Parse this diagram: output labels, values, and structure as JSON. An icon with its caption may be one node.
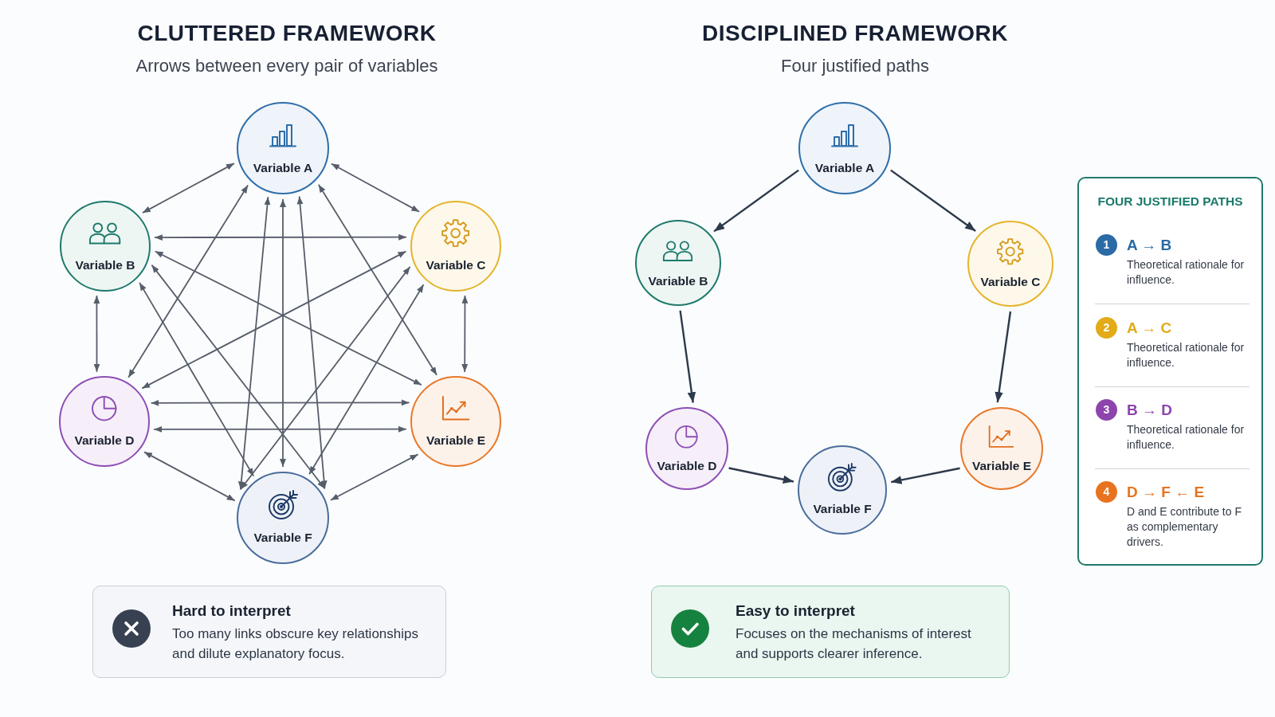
{
  "diagram": {
    "nodes": [
      {
        "text": [
          "Variable A"
        ]
      },
      {
        "text": [
          "Variable B"
        ]
      },
      {
        "text": [
          "Variable C"
        ]
      },
      {
        "text": [
          "Variable D"
        ]
      },
      {
        "text": [
          "Variable E"
        ]
      },
      {
        "text": [
          "Variable F"
        ]
      },
      {
        "text": [
          "Variable A"
        ]
      },
      {
        "text": [
          "Variable B"
        ]
      },
      {
        "text": [
          "Variable C"
        ]
      },
      {
        "text": [
          "Variable D"
        ]
      },
      {
        "text": [
          "Variable E"
        ]
      },
      {
        "text": [
          "Variable F"
        ]
      },
      {
        "text": [
          "FOUR JUSTIFIED PATHS"
        ]
      },
      {
        "text": [
          "1"
        ],
        "in": 12,
        "beside": [
          "A → B",
          "Theoretical rationale for influence."
        ]
      },
      {
        "text": [
          "2"
        ],
        "in": 12,
        "beside": [
          "A → C",
          "Theoretical rationale for influence."
        ]
      },
      {
        "text": [
          "3"
        ],
        "in": 12,
        "beside": [
          "B → D",
          "Theoretical rationale for influence."
        ]
      },
      {
        "text": [
          "4"
        ],
        "in": 12,
        "beside": [
          "D → F ← E",
          "D and E contribute to F as complementary drivers."
        ]
      },
      {
        "text": [
          "Hard to interpret",
          "Too many links obscure key relationships and dilute explanatory focus."
        ]
      },
      {
        "text": [
          "Easy to interpret",
          "Focuses on the mechanisms of interest and supports clearer inference."
        ]
      }
    ],
    "edges": [
      {
        "from": 0,
        "to": 1,
        "arrow": "both"
      },
      {
        "from": 0,
        "to": 2,
        "arrow": "both"
      },
      {
        "from": 1,
        "to": 2,
        "arrow": "both"
      },
      {
        "from": 1,
        "to": 3,
        "arrow": "both"
      },
      {
        "from": 2,
        "to": 4,
        "arrow": "both"
      },
      {
        "from": 3,
        "to": 4,
        "arrow": "both"
      },
      {
        "from": 3,
        "to": 4,
        "arrow": "both"
      },
      {
        "from": 3,
        "to": 5,
        "arrow": "both"
      },
      {
        "from": 4,
        "to": 5,
        "arrow": "both"
      },
      {
        "from": 0,
        "to": 3,
        "arrow": "both"
      },
      {
        "from": 0,
        "to": 4,
        "arrow": "both"
      },
      {
        "from": 1,
        "to": 4,
        "arrow": "both"
      },
      {
        "from": 2,
        "to": 3,
        "arrow": "both"
      },
      {
        "from": 0,
        "to": 5,
        "arrow": "both"
      },
      {
        "from": 0,
        "to": 5,
        "arrow": "both"
      },
      {
        "from": 0,
        "to": 5,
        "arrow": "both"
      },
      {
        "from": 1,
        "to": 5,
        "arrow": "both"
      },
      {
        "from": 1,
        "to": 5,
        "arrow": "both"
      },
      {
        "from": 2,
        "to": 5,
        "arrow": "both"
      },
      {
        "from": 2,
        "to": 5,
        "arrow": "both"
      },
      {
        "from": 6,
        "to": 7,
        "arrow": "to",
        "color": "#2d3a4b"
      },
      {
        "from": 6,
        "to": 8,
        "arrow": "to",
        "color": "#2d3a4b"
      },
      {
        "from": 7,
        "to": 9,
        "arrow": "to",
        "color": "#2d3a4b"
      },
      {
        "from": 8,
        "to": 10,
        "arrow": "to",
        "color": "#2d3a4b"
      },
      {
        "from": 9,
        "to": 11,
        "arrow": "to",
        "color": "#2d3a4b"
      },
      {
        "from": 10,
        "to": 11,
        "arrow": "to",
        "color": "#2d3a4b"
      }
    ],
    "labels": [
      "CLUTTERED FRAMEWORK",
      "Arrows between every pair of variables",
      "DISCIPLINED FRAMEWORK",
      "Four justified paths"
    ]
  }
}
